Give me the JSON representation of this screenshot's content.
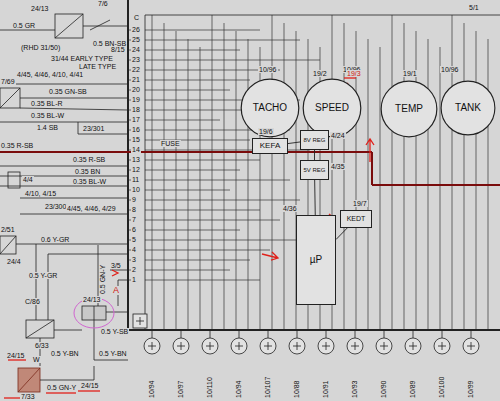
{
  "diagram": {
    "nodes": [
      {
        "text": [
          "TACHO"
        ]
      },
      {
        "text": [
          "SPEED"
        ]
      },
      {
        "text": [
          "TEMP"
        ]
      },
      {
        "text": [
          "TANK"
        ]
      },
      {
        "text": [
          "KEFA"
        ]
      },
      {
        "text": [
          "8V REG"
        ]
      },
      {
        "text": [
          "5V REG"
        ]
      },
      {
        "text": [
          "µP"
        ]
      },
      {
        "text": [
          "KEDT"
        ]
      }
    ],
    "edges": [
      {
        "from": 0,
        "to": 4,
        "arrow": "none"
      },
      {
        "from": 1,
        "to": 5,
        "arrow": "none"
      },
      {
        "from": 4,
        "to": 5,
        "arrow": "none"
      },
      {
        "from": 5,
        "to": 6,
        "arrow": "none"
      },
      {
        "from": 6,
        "to": 7,
        "arrow": "none"
      },
      {
        "from": 7,
        "to": 8,
        "arrow": "none"
      }
    ],
    "labels": [
      "7/6",
      "24/13",
      "0.5 BN-SB",
      "C",
      "0.5 GR",
      "(RHD 31/50)",
      "31/44 EARLY TYPE",
      "LATE TYPE",
      "8/15",
      "4/45, 4/46, 4/10, 4/41",
      "7/69",
      "0.35 GN-SB",
      "0.35 BL-R",
      "0.35 BL-W",
      "1.4 SB",
      "23/301",
      "0.35 R-SB",
      "FUSE",
      "0.35 R-SB",
      "0.35 BN",
      "0.35 BL-W",
      "4/4",
      "4/10, 4/15",
      "23/300",
      "4/45, 4/46, 4/29",
      "2/51",
      "0.6 Y-GR",
      "24/4",
      "0.5 Y-GR",
      "C/86",
      "6/33",
      "W",
      "0.5 Y-BN",
      "0.5 GN-Y",
      "3/5",
      "A",
      "24/13",
      "0.5 Y-SB",
      "0.5 Y-BN",
      "24/15",
      "7/33",
      "0.5 GN-Y",
      "24/15",
      "5/1",
      "10/96",
      "10/96",
      "10/96",
      "19/2",
      "19/3",
      "19/1",
      "19/6",
      "4/24",
      "4/35",
      "4/36",
      "19/7",
      "26",
      "25",
      "24",
      "23",
      "22",
      "21",
      "20",
      "19",
      "18",
      "17",
      "16",
      "15",
      "14",
      "13",
      "12",
      "11",
      "10",
      "9",
      "8",
      "7",
      "6",
      "5",
      "4",
      "3",
      "2",
      "1",
      "10/94",
      "10/97",
      "10/110",
      "10/94",
      "10/107",
      "10/88",
      "10/91",
      "10/93",
      "10/90",
      "10/89",
      "10/100",
      "10/99"
    ]
  }
}
